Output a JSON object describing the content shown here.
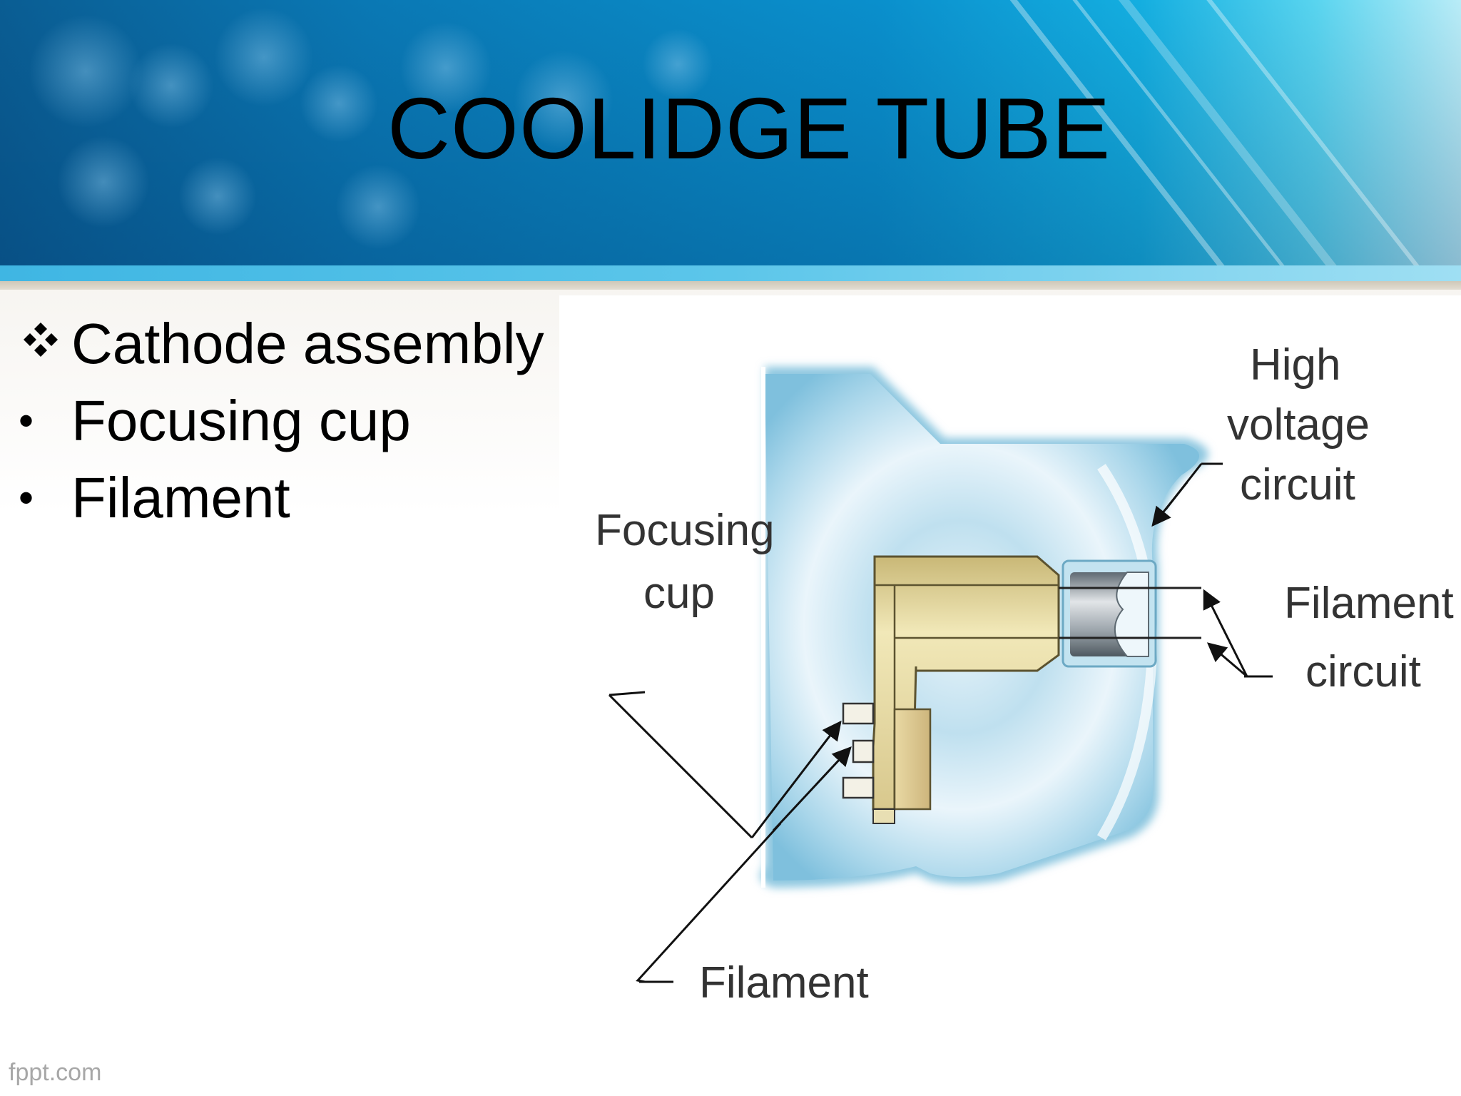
{
  "slide": {
    "title": "COOLIDGE TUBE",
    "bullets": [
      {
        "marker": "diamond-icon",
        "text": "Cathode assembly"
      },
      {
        "marker": "bullet-dot",
        "text": "Focusing cup"
      },
      {
        "marker": "bullet-dot",
        "text": "Filament"
      }
    ],
    "footer": "fppt.com"
  },
  "diagram": {
    "labels": {
      "focusing_cup_line1": "Focusing",
      "focusing_cup_line2": "cup",
      "high_voltage_line1": "High",
      "high_voltage_line2": "voltage",
      "high_voltage_line3": "circuit",
      "filament_circuit_line1": "Filament",
      "filament_circuit_line2": "circuit",
      "filament": "Filament"
    },
    "colors": {
      "glass": "#8cc9e3",
      "cup": "#e6d9a0",
      "connector": "#9aa0a6",
      "banner": "#0a86c2"
    }
  }
}
